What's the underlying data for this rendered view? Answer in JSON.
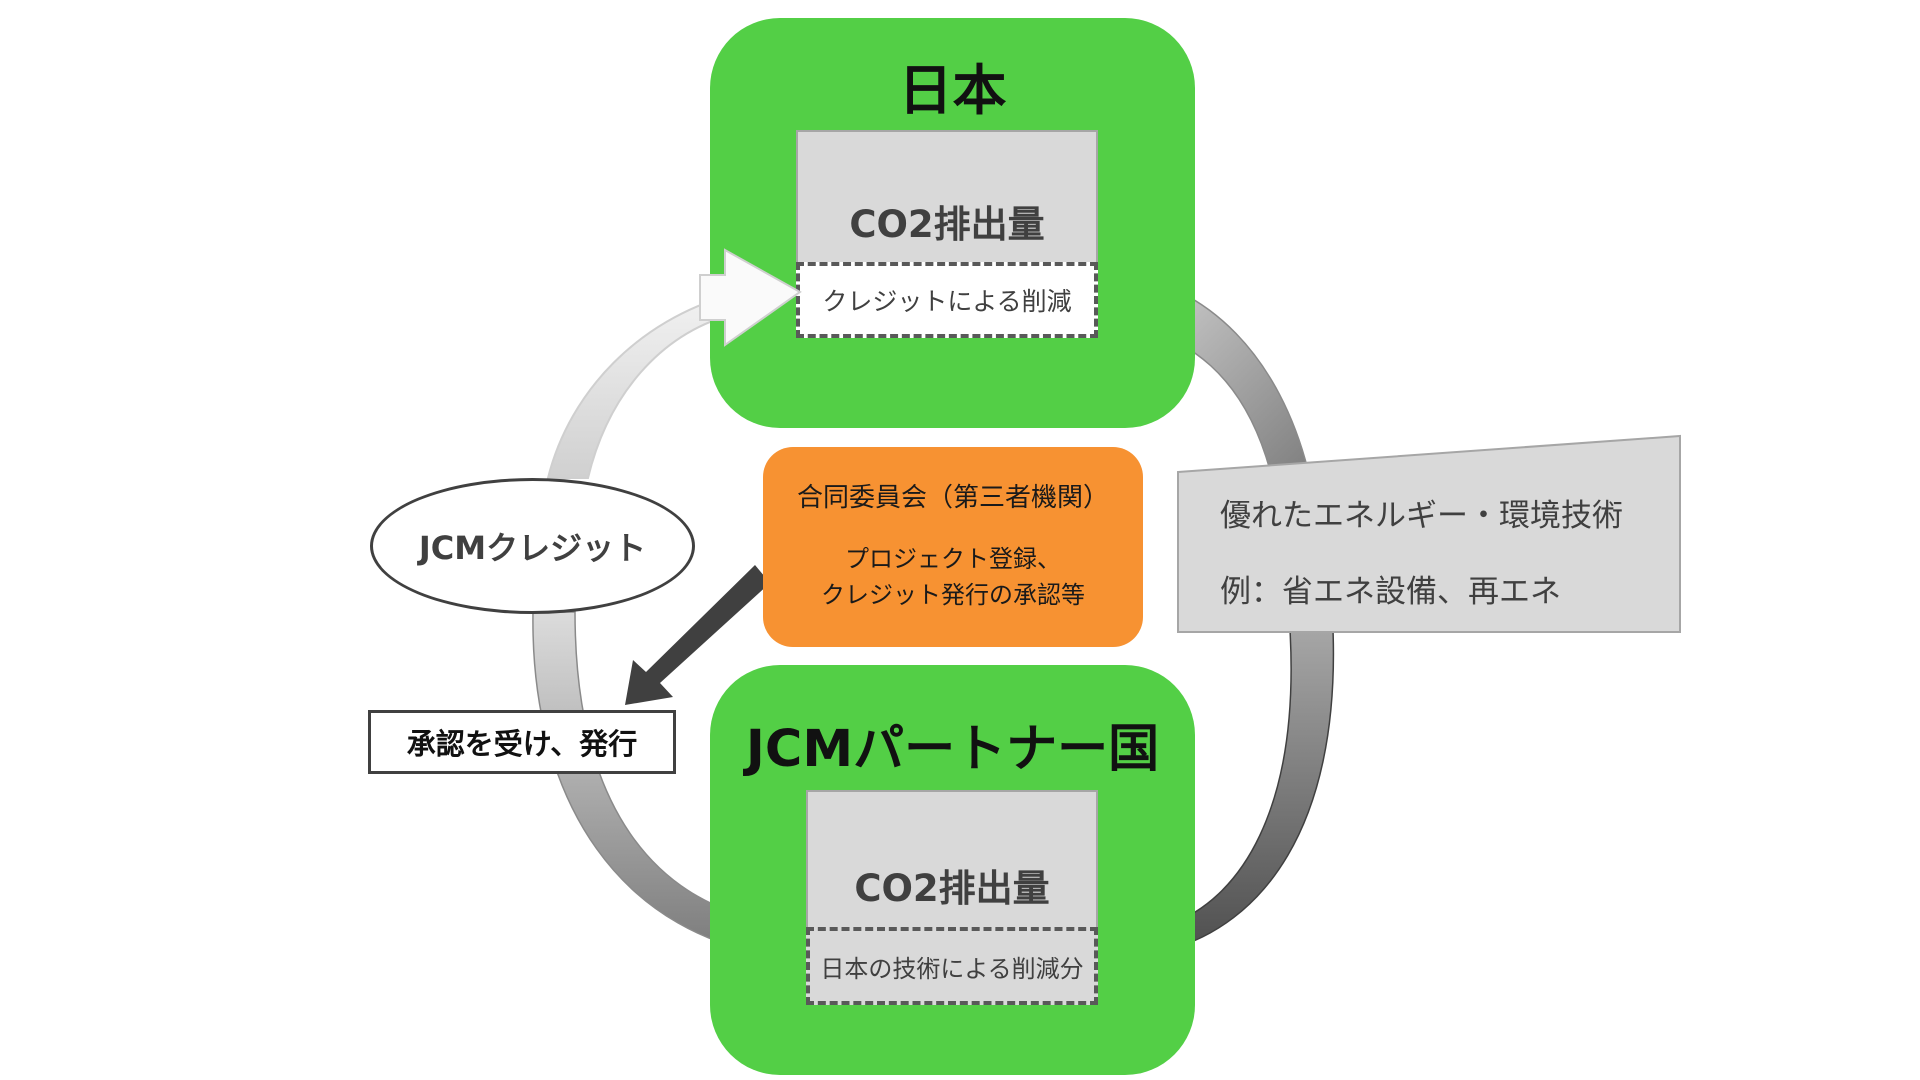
{
  "japan": {
    "title": "日本",
    "emissions_label": "CO2排出量",
    "reduction_label": "クレジットによる削減"
  },
  "partner": {
    "title": "JCMパートナー国",
    "emissions_label": "CO2排出量",
    "reduction_label": "日本の技術による削減分"
  },
  "committee": {
    "title": "合同委員会（第三者機関）",
    "line1": "プロジェクト登録、",
    "line2": "クレジット発行の承認等"
  },
  "credit_label": "JCMクレジット",
  "approval_label": "承認を受け、発行",
  "technology": {
    "line1": "優れたエネルギー・環境技術",
    "line2": "例：省エネ設備、再エネ"
  },
  "colors": {
    "green": "#53cf46",
    "orange": "#f79232",
    "grey_box": "#d9d9d9",
    "dark_arrow": "#404040"
  }
}
